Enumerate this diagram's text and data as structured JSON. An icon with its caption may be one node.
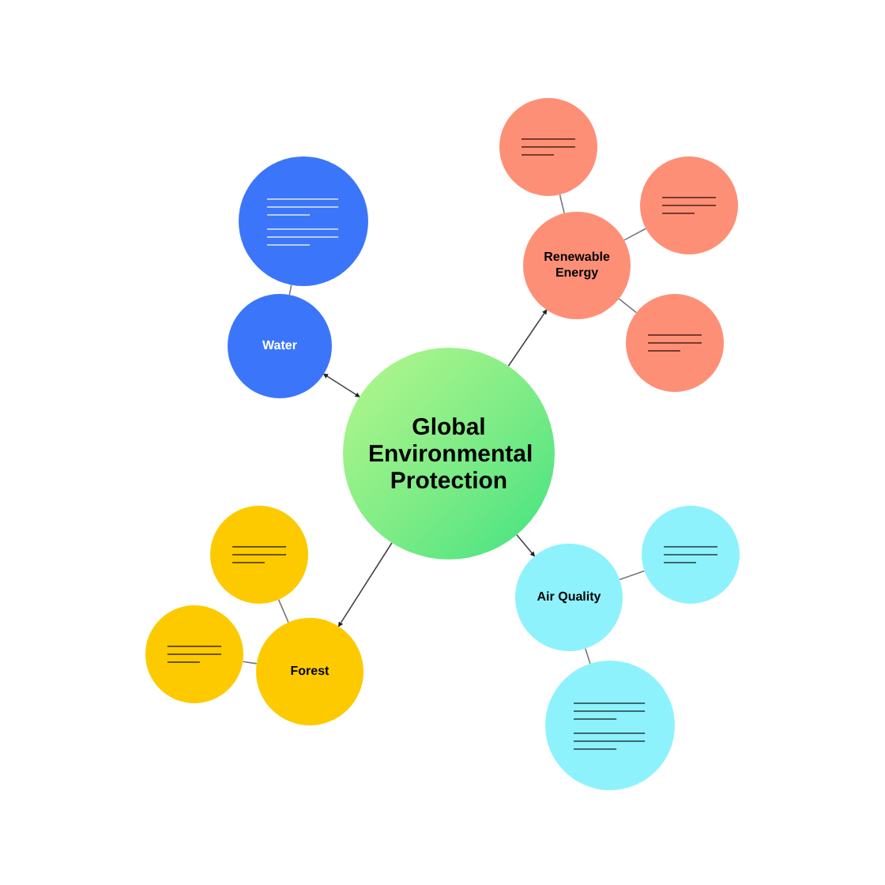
{
  "diagram": {
    "nodes": [
      {
        "text": [
          "Global Environmental Protection"
        ]
      },
      {
        "text": [
          "Water"
        ]
      },
      {
        "text": [],
        "shape": "circle"
      },
      {
        "text": [
          "Renewable Energy"
        ]
      },
      {
        "text": [],
        "shape": "circle"
      },
      {
        "text": [],
        "shape": "circle"
      },
      {
        "text": [],
        "shape": "circle"
      },
      {
        "text": [
          "Air Quality"
        ]
      },
      {
        "text": [],
        "shape": "circle"
      },
      {
        "text": [],
        "shape": "circle"
      },
      {
        "text": [
          "Forest"
        ]
      },
      {
        "text": [],
        "shape": "circle"
      },
      {
        "text": [],
        "shape": "circle"
      }
    ],
    "edges": [
      {
        "from": 0,
        "to": 1,
        "arrow": "both"
      },
      {
        "from": 1,
        "to": 2,
        "arrow": "none"
      },
      {
        "from": 0,
        "to": 3,
        "arrow": "to"
      },
      {
        "from": 3,
        "to": 4,
        "arrow": "none"
      },
      {
        "from": 3,
        "to": 5,
        "arrow": "none"
      },
      {
        "from": 3,
        "to": 6,
        "arrow": "none"
      },
      {
        "from": 0,
        "to": 7,
        "arrow": "to"
      },
      {
        "from": 7,
        "to": 8,
        "arrow": "none"
      },
      {
        "from": 7,
        "to": 9,
        "arrow": "none"
      },
      {
        "from": 0,
        "to": 10,
        "arrow": "to"
      },
      {
        "from": 10,
        "to": 11,
        "arrow": "none"
      },
      {
        "from": 10,
        "to": 12,
        "arrow": "none"
      }
    ]
  }
}
